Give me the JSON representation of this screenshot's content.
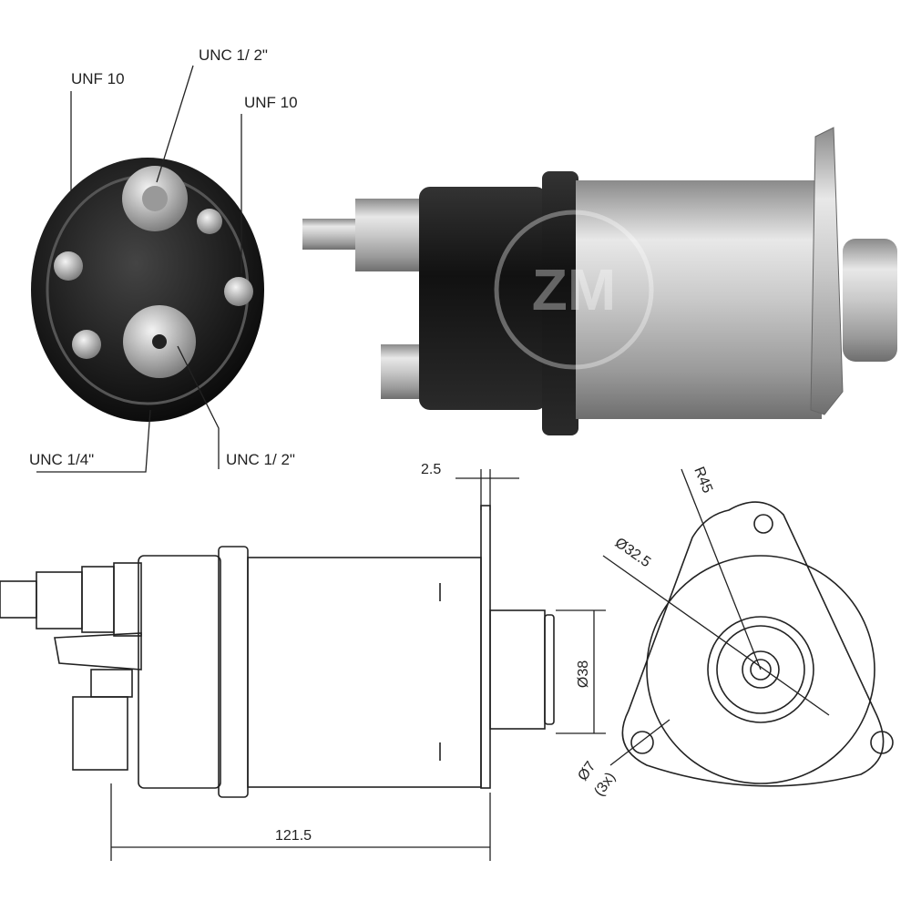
{
  "callouts": {
    "top_left": "UNF 10",
    "top_center": "UNC 1/ 2\"",
    "top_right": "UNF 10",
    "bottom_left": "UNC 1/4\"",
    "bottom_center": "UNC 1/ 2\""
  },
  "dimensions": {
    "flange_thickness": "2.5",
    "length": "121.5",
    "nose_diameter": "Ø38",
    "flange_radius": "R45",
    "bolt_circle": "Ø32.5",
    "hole_diameter": "Ø7",
    "hole_count": "(3x)"
  },
  "watermark": "ZM",
  "colors": {
    "line": "#222222",
    "body_dark": "#1a1a1a",
    "metal": "#b8b8b8"
  }
}
